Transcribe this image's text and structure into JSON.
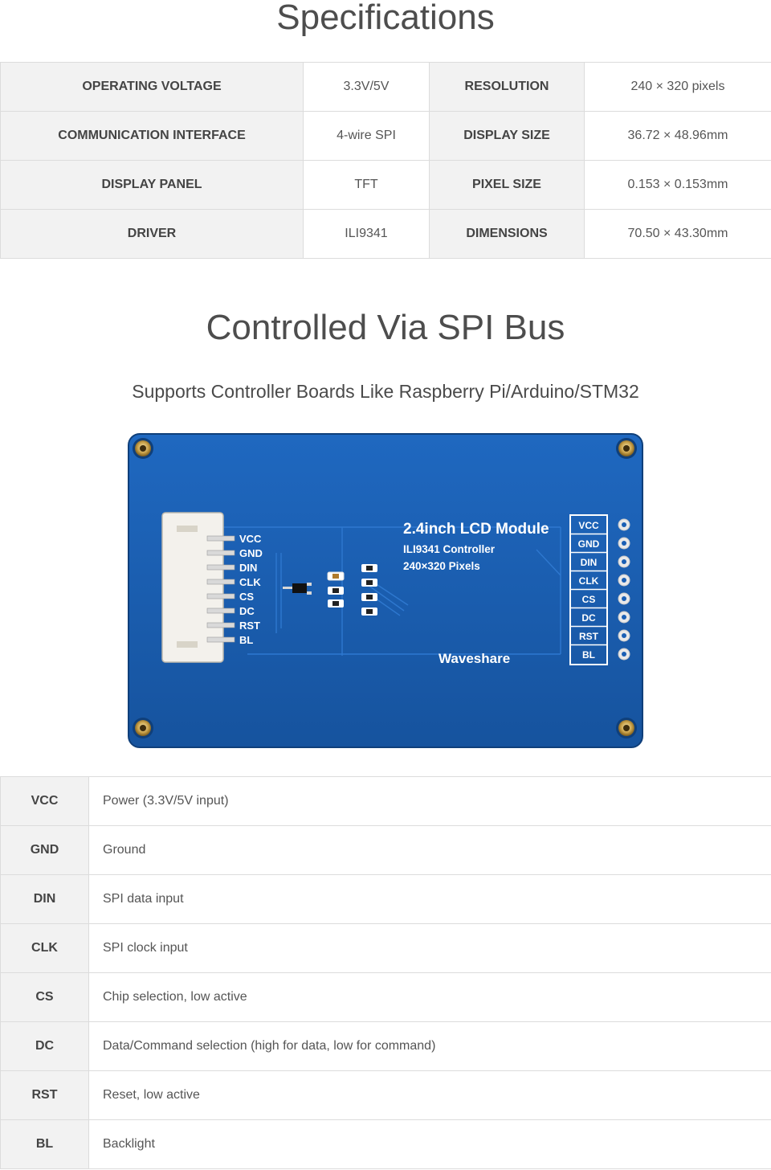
{
  "specifications": {
    "title": "Specifications",
    "rows": [
      {
        "label1": "OPERATING VOLTAGE",
        "value1": "3.3V/5V",
        "label2": "RESOLUTION",
        "value2": "240 × 320 pixels"
      },
      {
        "label1": "COMMUNICATION INTERFACE",
        "value1": "4-wire SPI",
        "label2": "DISPLAY SIZE",
        "value2": "36.72 × 48.96mm"
      },
      {
        "label1": "DISPLAY PANEL",
        "value1": "TFT",
        "label2": "PIXEL SIZE",
        "value2": "0.153 × 0.153mm"
      },
      {
        "label1": "DRIVER",
        "value1": "ILI9341",
        "label2": "DIMENSIONS",
        "value2": "70.50 × 43.30mm"
      }
    ]
  },
  "spi_section": {
    "title": "Controlled Via SPI Bus",
    "subtitle": "Supports Controller Boards Like Raspberry Pi/Arduino/STM32"
  },
  "board": {
    "title": "2.4inch LCD Module",
    "controller": "ILI9341 Controller",
    "pixels": "240×320 Pixels",
    "brand": "Waveshare",
    "connector_pins": [
      "VCC",
      "GND",
      "DIN",
      "CLK",
      "CS",
      "DC",
      "RST",
      "BL"
    ],
    "header_pins": [
      "VCC",
      "GND",
      "DIN",
      "CLK",
      "CS",
      "DC",
      "RST",
      "BL"
    ],
    "colors": {
      "pcb": "#1a5fb4",
      "silkscreen": "#ffffff",
      "connector": "#f3f1ec"
    }
  },
  "pins": [
    {
      "name": "VCC",
      "description": "Power (3.3V/5V input)"
    },
    {
      "name": "GND",
      "description": "Ground"
    },
    {
      "name": "DIN",
      "description": "SPI data input"
    },
    {
      "name": "CLK",
      "description": "SPI clock input"
    },
    {
      "name": "CS",
      "description": "Chip selection, low active"
    },
    {
      "name": "DC",
      "description": "Data/Command selection (high for data, low for command)"
    },
    {
      "name": "RST",
      "description": "Reset, low active"
    },
    {
      "name": "BL",
      "description": "Backlight"
    }
  ]
}
